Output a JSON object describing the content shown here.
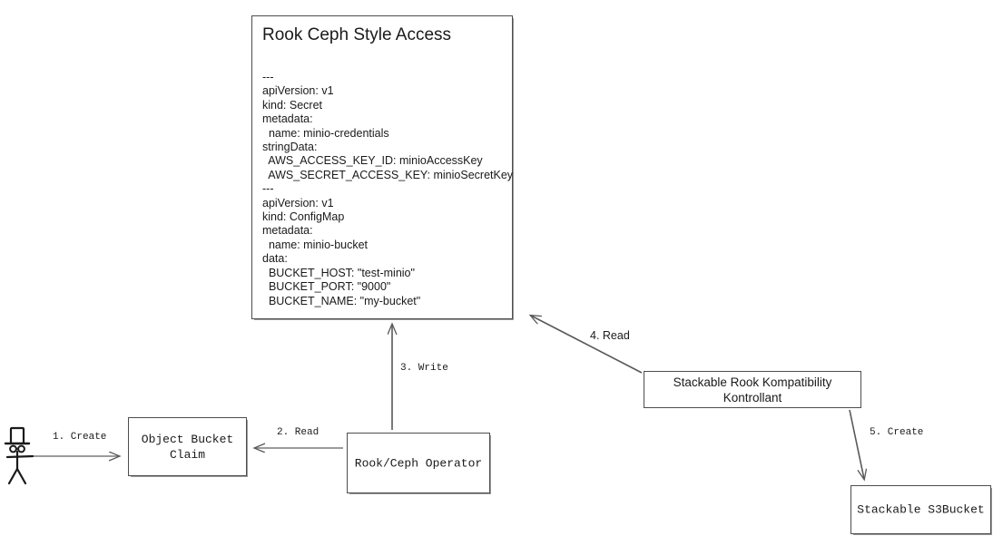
{
  "diagram": {
    "type": "flowchart",
    "title": "Rook Ceph Style Access flow",
    "nodes": {
      "yaml_panel": {
        "title": "Rook Ceph Style Access",
        "body": "---\napiVersion: v1\nkind: Secret\nmetadata:\n  name: minio-credentials\nstringData:\n  AWS_ACCESS_KEY_ID: minioAccessKey\n  AWS_SECRET_ACCESS_KEY: minioSecretKey\n---\napiVersion: v1\nkind: ConfigMap\nmetadata:\n  name: minio-bucket\ndata:\n  BUCKET_HOST: \"test-minio\"\n  BUCKET_PORT: \"9000\"\n  BUCKET_NAME: \"my-bucket\""
      },
      "object_bucket_claim": {
        "label": "Object Bucket\nClaim"
      },
      "rook_ceph_operator": {
        "label": "Rook/Ceph Operator"
      },
      "srkk": {
        "label": "Stackable Rook Kompatibility Kontrollant"
      },
      "s3bucket": {
        "label": "Stackable S3Bucket"
      },
      "actor": {
        "name": "user-stick-figure"
      }
    },
    "edges": [
      {
        "id": "e1",
        "label": "1. Create",
        "from": "actor",
        "to": "object_bucket_claim"
      },
      {
        "id": "e2",
        "label": "2. Read",
        "from": "rook_ceph_operator",
        "to": "object_bucket_claim"
      },
      {
        "id": "e3",
        "label": "3. Write",
        "from": "rook_ceph_operator",
        "to": "yaml_panel"
      },
      {
        "id": "e4",
        "label": "4. Read",
        "from": "srkk",
        "to": "yaml_panel"
      },
      {
        "id": "e5",
        "label": "5. Create",
        "from": "srkk",
        "to": "s3bucket"
      }
    ],
    "colors": {
      "background": "#ffffff",
      "stroke": "#4d4d4d",
      "text": "#1a1a1a",
      "arrow": "#595959"
    }
  }
}
